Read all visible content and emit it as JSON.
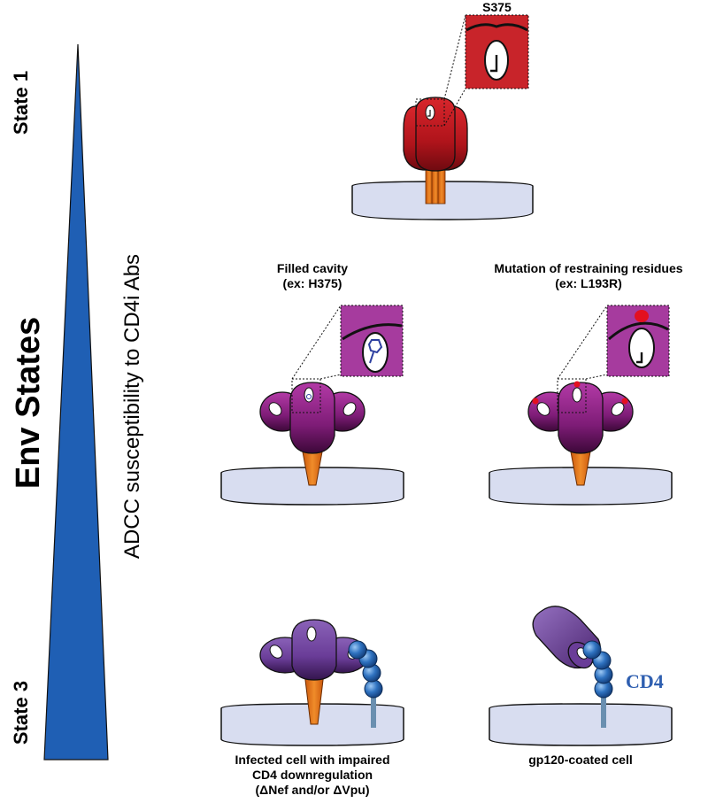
{
  "axis": {
    "state_top": "State 1",
    "state_bottom": "State 3",
    "title": "Env States",
    "gradient_label": "ADCC susceptibility to CD4i Abs"
  },
  "panels": {
    "s375": {
      "label": "S375"
    },
    "filled_cavity": {
      "title_line1": "Filled cavity",
      "title_line2": "(ex: H375)"
    },
    "mutation": {
      "title_line1": "Mutation of restraining residues",
      "title_line2": "(ex: L193R)"
    },
    "infected_cell": {
      "line1": "Infected cell with impaired",
      "line2": "CD4 downregulation",
      "line3": "(ΔNef and/or ΔVpu)"
    },
    "gp120_coated": {
      "label": "gp120-coated cell"
    },
    "cd4_label": "CD4"
  },
  "colors": {
    "state1_env": "#c0161e",
    "state2_env": "#8c1f86",
    "state3_env": "#6a3d98",
    "stem": "#e8781e",
    "membrane": "#d8ddf0",
    "cd4_bead": "#2f72c0",
    "gradient": "#1f5fb4"
  }
}
